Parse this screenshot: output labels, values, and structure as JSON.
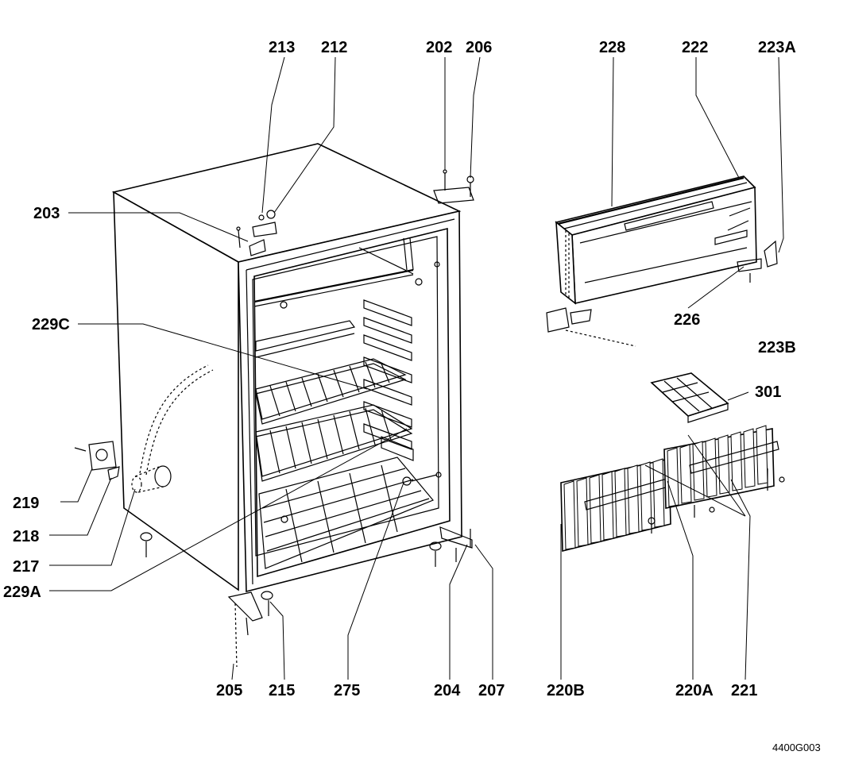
{
  "diagram": {
    "callouts": {
      "p213": "213",
      "p212": "212",
      "p202": "202",
      "p206": "206",
      "p228": "228",
      "p222": "222",
      "p223A": "223A",
      "p203": "203",
      "p229C": "229C",
      "p226": "226",
      "p223B": "223B",
      "p301": "301",
      "p219": "219",
      "p218": "218",
      "p217": "217",
      "p229A": "229A",
      "p205": "205",
      "p215": "215",
      "p275": "275",
      "p204": "204",
      "p207": "207",
      "p220B": "220B",
      "p220A": "220A",
      "p221": "221"
    },
    "drawing_code": "4400G003"
  }
}
